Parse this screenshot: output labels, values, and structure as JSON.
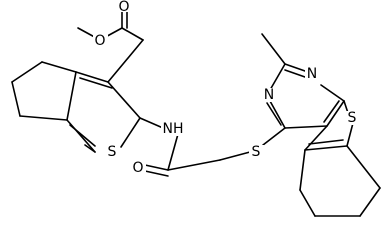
{
  "labels": {
    "ester_carbonyl_o": "O",
    "ester_ether_o": "O",
    "thiophene_s1": "S",
    "amide_nh": "NH",
    "amide_o": "O",
    "thioether_s": "S",
    "pyrimidine_n1": "N",
    "pyrimidine_n3": "N",
    "thiophene_s2": "S"
  }
}
